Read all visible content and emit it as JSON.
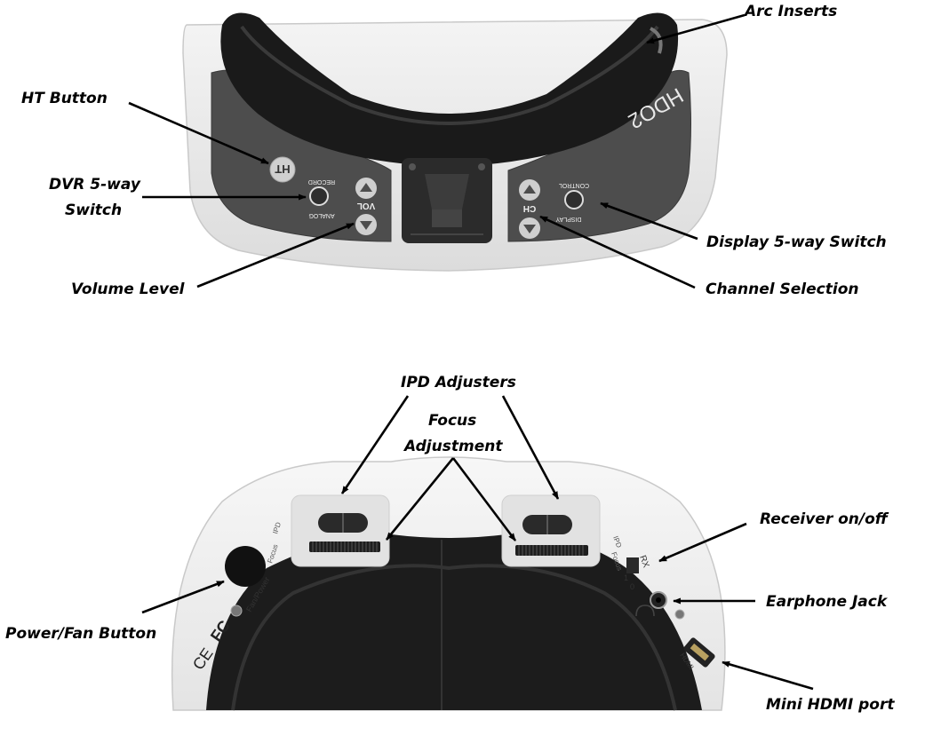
{
  "top_view": {
    "brand_text": "HDO2",
    "ht_button_text": "HT",
    "record_label": "RECORD",
    "analog_label": "ANALOG",
    "vol_label": "VOL",
    "ch_label": "CH",
    "control_label": "CONTROL",
    "display_label": "DISPLAY"
  },
  "bottom_view": {
    "ipd_label": "IPD",
    "focus_label": "Focus",
    "rx_label": "RX",
    "rx_one": "1",
    "rx_zero": "0",
    "fan_power_label": "Fan/Power",
    "hdmi_label": "HDMI",
    "ce_mark": "CE",
    "fc_mark": "FC"
  },
  "callouts": {
    "arc_inserts": "Arc Inserts",
    "ht_button": "HT Button",
    "dvr_line1": "DVR 5-way",
    "dvr_line2": "Switch",
    "volume_level": "Volume Level",
    "display_switch": "Display 5-way Switch",
    "channel_selection": "Channel Selection",
    "ipd_adjusters": "IPD Adjusters",
    "focus_line1": "Focus",
    "focus_line2": "Adjustment",
    "receiver_onoff": "Receiver on/off",
    "earphone_jack": "Earphone Jack",
    "power_fan_button": "Power/Fan Button",
    "mini_hdmi_port": "Mini HDMI port"
  }
}
